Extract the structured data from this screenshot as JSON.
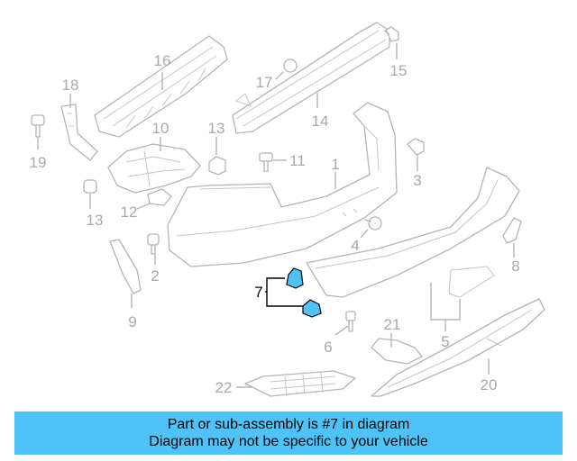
{
  "diagram": {
    "labels": {
      "c1": "1",
      "c2": "2",
      "c3": "3",
      "c4": "4",
      "c5": "5",
      "c6": "6",
      "c7": "7",
      "c8": "8",
      "c9": "9",
      "c10": "10",
      "c11": "11",
      "c12": "12",
      "c13a": "13",
      "c13b": "13",
      "c14": "14",
      "c15": "15",
      "c16": "16",
      "c17": "17",
      "c18": "18",
      "c19": "19",
      "c20": "20",
      "c21": "21",
      "c22": "22"
    },
    "colors": {
      "highlight": "#4fc3f7",
      "part_line": "#b4b4b4",
      "callout": "#a9a9a9"
    }
  },
  "banner": {
    "line1": "Part or sub-assembly is #7 in diagram",
    "line2": "Diagram may not be specific to your vehicle"
  }
}
